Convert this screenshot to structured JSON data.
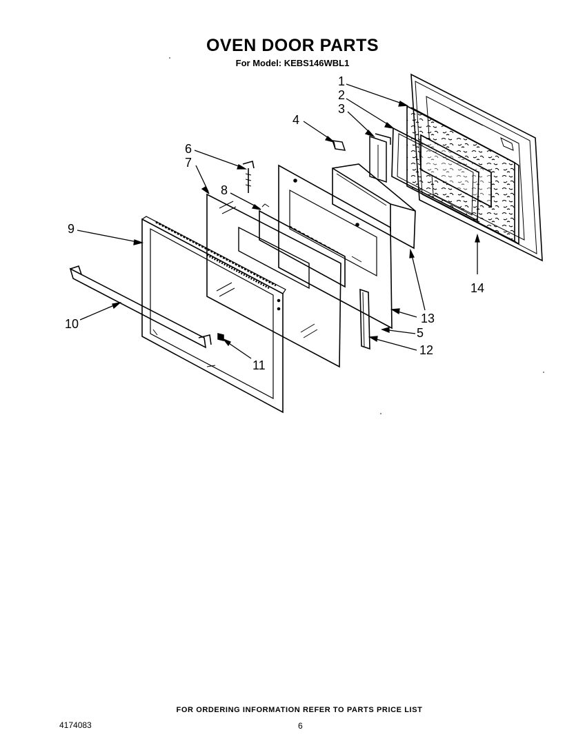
{
  "header": {
    "title": "OVEN DOOR PARTS",
    "model_line": "For Model: KEBS146WBL1"
  },
  "callouts": [
    "1",
    "2",
    "3",
    "4",
    "5",
    "6",
    "7",
    "8",
    "9",
    "10",
    "11",
    "12",
    "13",
    "14"
  ],
  "footer": {
    "ordering_note": "FOR ORDERING INFORMATION REFER TO PARTS PRICE LIST",
    "doc_number": "4174083",
    "page_number": "6"
  }
}
